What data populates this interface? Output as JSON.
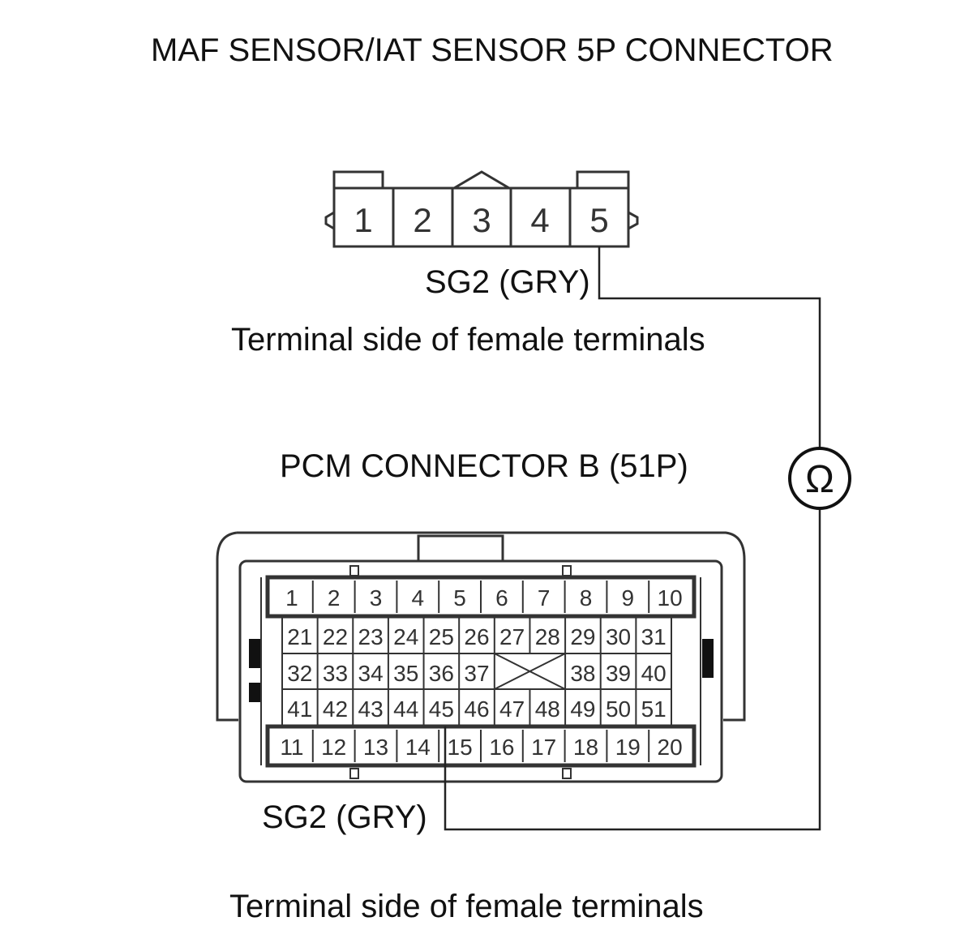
{
  "maf": {
    "title": "MAF SENSOR/IAT SENSOR 5P CONNECTOR",
    "wire_label": "SG2 (GRY)",
    "view_note": "Terminal side of female terminals",
    "pins": [
      "1",
      "2",
      "3",
      "4",
      "5"
    ]
  },
  "pcm": {
    "title": "PCM CONNECTOR B (51P)",
    "wire_label": "SG2 (GRY)",
    "view_note": "Terminal side of female terminals",
    "row_top": [
      "1",
      "2",
      "3",
      "4",
      "5",
      "6",
      "7",
      "8",
      "9",
      "10"
    ],
    "row_a": [
      "21",
      "22",
      "23",
      "24",
      "25",
      "26",
      "27",
      "28",
      "29",
      "30",
      "31"
    ],
    "row_b": [
      "32",
      "33",
      "34",
      "35",
      "36",
      "37",
      "",
      "",
      "38",
      "39",
      "40"
    ],
    "row_c": [
      "41",
      "42",
      "43",
      "44",
      "45",
      "46",
      "47",
      "48",
      "49",
      "50",
      "51"
    ],
    "row_bottom": [
      "11",
      "12",
      "13",
      "14",
      "15",
      "16",
      "17",
      "18",
      "19",
      "20"
    ]
  },
  "meter": {
    "symbol": "Ω",
    "icon": "ohmmeter-icon"
  }
}
